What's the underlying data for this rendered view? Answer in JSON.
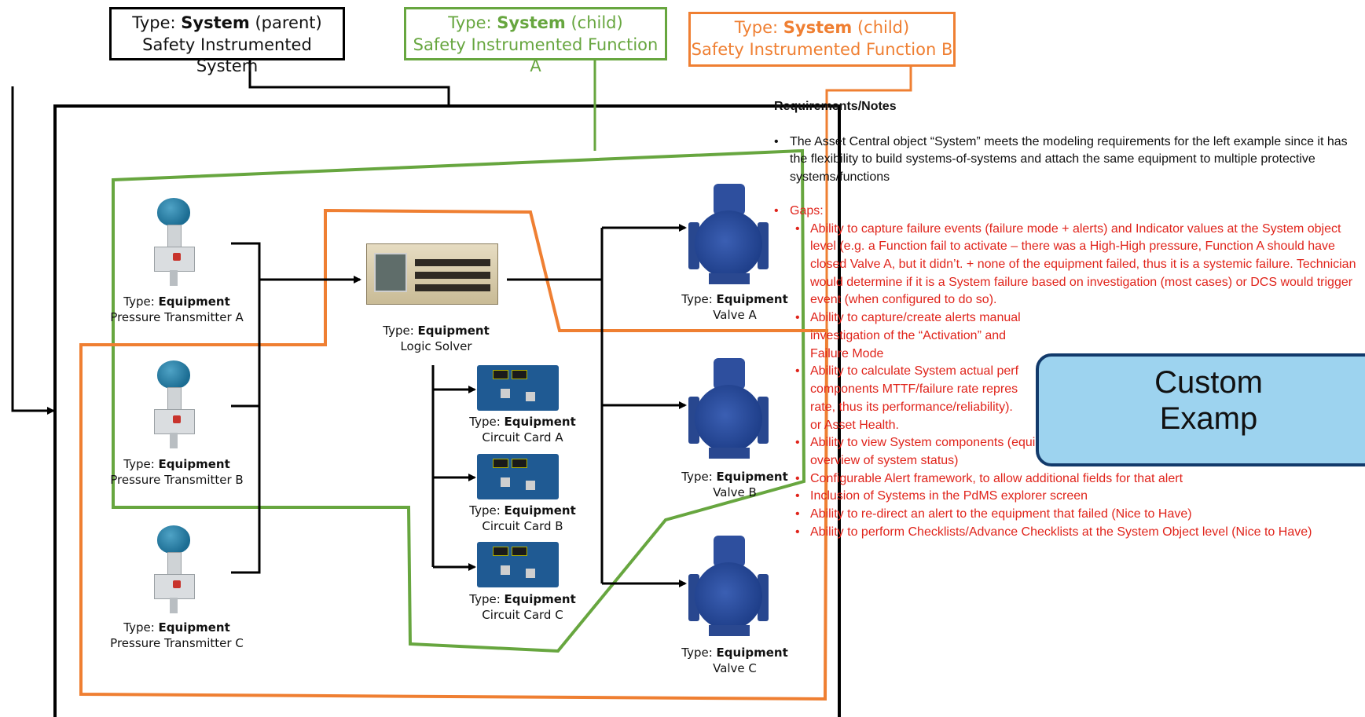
{
  "header_boxes": {
    "parent": {
      "type_prefix": "Type:",
      "type_value": "System",
      "type_suffix": "(parent)",
      "name": "Safety Instrumented System"
    },
    "child_a": {
      "type_prefix": "Type:",
      "type_value": "System",
      "type_suffix": "(child)",
      "name": "Safety Instrumented Function A",
      "color": "#67a63f"
    },
    "child_b": {
      "type_prefix": "Type:",
      "type_value": "System",
      "type_suffix": "(child)",
      "name": "Safety Instrumented Function B",
      "color": "#ef7f32"
    }
  },
  "equipment": [
    {
      "type_prefix": "Type:",
      "type_value": "Equipment",
      "name": "Pressure Transmitter A",
      "icon": "pressure-transmitter-icon"
    },
    {
      "type_prefix": "Type:",
      "type_value": "Equipment",
      "name": "Pressure Transmitter B",
      "icon": "pressure-transmitter-icon"
    },
    {
      "type_prefix": "Type:",
      "type_value": "Equipment",
      "name": "Pressure Transmitter C",
      "icon": "pressure-transmitter-icon"
    },
    {
      "type_prefix": "Type:",
      "type_value": "Equipment",
      "name": "Logic Solver",
      "icon": "logic-solver-icon"
    },
    {
      "type_prefix": "Type:",
      "type_value": "Equipment",
      "name": "Circuit Card A",
      "icon": "circuit-card-icon"
    },
    {
      "type_prefix": "Type:",
      "type_value": "Equipment",
      "name": "Circuit Card B",
      "icon": "circuit-card-icon"
    },
    {
      "type_prefix": "Type:",
      "type_value": "Equipment",
      "name": "Circuit Card C",
      "icon": "circuit-card-icon"
    },
    {
      "type_prefix": "Type:",
      "type_value": "Equipment",
      "name": "Valve A",
      "icon": "valve-icon"
    },
    {
      "type_prefix": "Type:",
      "type_value": "Equipment",
      "name": "Valve B",
      "icon": "valve-icon"
    },
    {
      "type_prefix": "Type:",
      "type_value": "Equipment",
      "name": "Valve C",
      "icon": "valve-icon"
    }
  ],
  "notes": {
    "heading": "Requirements/Notes",
    "bullet": "The Asset Central object “System” meets the modeling requirements for the left example since it has the flexibility to build systems-of-systems and attach the same equipment to multiple protective systems/functions",
    "gaps_label": "Gaps:",
    "gaps": [
      "Ability to capture failure events (failure mode + alerts) and Indicator values at the System object level (e.g. a Function fail to activate – there was a High-High pressure, Function A should have closed Valve A, but it didn’t. + none of the equipment failed, thus it is a systemic failure. Technician would determine if it is a System failure based on investigation (most cases) or DCS would trigger event (when configured to do so).",
      "Ability to capture/create alerts manual",
      "Ability to calculate System actual perf",
      "Ability to view System components (equipment) indicator values (so that technician can have an overview of system status)",
      "Configurable Alert framework, to allow additional fields for that alert",
      "Inclusion of Systems in the PdMS explorer screen",
      "Ability to re-direct an alert to the equipment that failed (Nice to Have)",
      "Ability to perform Checklists/Advance Checklists at the System Object level (Nice to Have)"
    ],
    "gap2_cont": [
      "investigation of the “Activation” and",
      "Failure Mode"
    ],
    "gap3_cont": [
      "components MTTF/failure rate repres",
      "rate, thus its performance/reliability).",
      "or Asset Health."
    ]
  },
  "callout": {
    "line1": "Custom",
    "line2": "Examp",
    "fill": "#9dd3ef",
    "border": "#123a6b"
  },
  "colors": {
    "parent": "#000000",
    "function_a": "#67a63f",
    "function_b": "#ef7f32",
    "gaps_text": "#e0241b"
  }
}
